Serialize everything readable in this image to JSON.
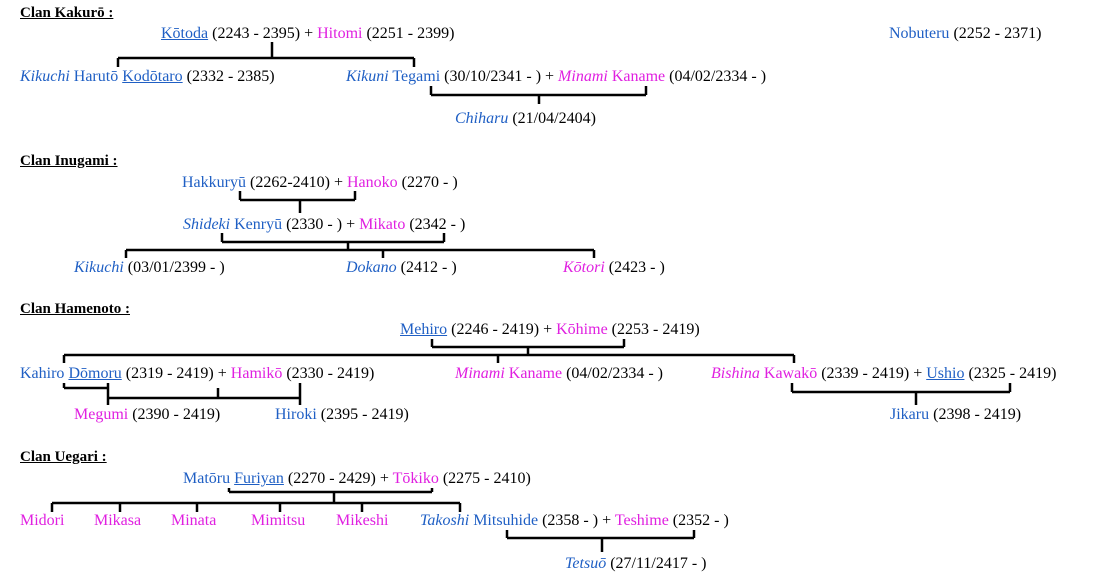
{
  "clans": [
    {
      "title": "Clan Kakurō :",
      "rows": [
        [
          {
            "parts": [
              {
                "text": "Kōtoda",
                "c": "b",
                "u": true
              },
              {
                "text": " (2243 - 2395) + ",
                "c": "k"
              },
              {
                "text": "Hitomi",
                "c": "p"
              },
              {
                "text": " (2251 - 2399)",
                "c": "k"
              }
            ]
          },
          {
            "parts": [
              {
                "text": "Nobuteru",
                "c": "b"
              },
              {
                "text": " (2252 - 2371)",
                "c": "k"
              }
            ]
          }
        ],
        [
          {
            "parts": [
              {
                "text": "Kikuchi",
                "c": "b",
                "i": true
              },
              {
                "text": "  Harutō ",
                "c": "b"
              },
              {
                "text": "Kodōtaro",
                "c": "b",
                "u": true
              },
              {
                "text": " (2332 - 2385)",
                "c": "k"
              }
            ]
          },
          {
            "parts": [
              {
                "text": "Kikuni",
                "c": "b",
                "i": true
              },
              {
                "text": " Tegami",
                "c": "b"
              },
              {
                "text": " (30/10/2341 - ) + ",
                "c": "k"
              },
              {
                "text": "Minami",
                "c": "p",
                "i": true
              },
              {
                "text": " Kaname",
                "c": "p"
              },
              {
                "text": " (04/02/2334 - )",
                "c": "k"
              }
            ]
          }
        ],
        [
          {
            "parts": [
              {
                "text": "Chiharu",
                "c": "b",
                "i": true
              },
              {
                "text": " (21/04/2404)",
                "c": "k"
              }
            ]
          }
        ]
      ]
    },
    {
      "title": "Clan Inugami :",
      "rows": [
        [
          {
            "parts": [
              {
                "text": "Hakkuryū",
                "c": "b"
              },
              {
                "text": " (2262-2410) + ",
                "c": "k"
              },
              {
                "text": "Hanoko",
                "c": "p"
              },
              {
                "text": " (2270 - )",
                "c": "k"
              }
            ]
          }
        ],
        [
          {
            "parts": [
              {
                "text": "Shideki",
                "c": "b",
                "i": true
              },
              {
                "text": " Kenryū",
                "c": "b"
              },
              {
                "text": " (2330 - ) + ",
                "c": "k"
              },
              {
                "text": "Mikato",
                "c": "p"
              },
              {
                "text": " (2342 - )",
                "c": "k"
              }
            ]
          }
        ],
        [
          {
            "parts": [
              {
                "text": "Kikuchi",
                "c": "b",
                "i": true
              },
              {
                "text": " (03/01/2399 - )",
                "c": "k"
              }
            ]
          },
          {
            "parts": [
              {
                "text": "Dokano",
                "c": "b",
                "i": true
              },
              {
                "text": " (2412 - )",
                "c": "k"
              }
            ]
          },
          {
            "parts": [
              {
                "text": "Kōtori",
                "c": "p",
                "i": true
              },
              {
                "text": " (2423 - )",
                "c": "k"
              }
            ]
          }
        ]
      ]
    },
    {
      "title": "Clan Hamenoto :",
      "rows": [
        [
          {
            "parts": [
              {
                "text": "Mehiro",
                "c": "b",
                "u": true
              },
              {
                "text": " (2246 - 2419) + ",
                "c": "k"
              },
              {
                "text": "Kōhime",
                "c": "p"
              },
              {
                "text": " (2253 - 2419)",
                "c": "k"
              }
            ]
          }
        ],
        [
          {
            "parts": [
              {
                "text": "Kahiro ",
                "c": "b"
              },
              {
                "text": "Dōmoru",
                "c": "b",
                "u": true
              },
              {
                "text": " (2319 - 2419) + ",
                "c": "k"
              },
              {
                "text": "Hamikō",
                "c": "p"
              },
              {
                "text": " (2330 - 2419)",
                "c": "k"
              }
            ]
          },
          {
            "parts": [
              {
                "text": "Minami",
                "c": "p",
                "i": true
              },
              {
                "text": " Kaname",
                "c": "p"
              },
              {
                "text": " (04/02/2334 - )",
                "c": "k"
              }
            ]
          },
          {
            "parts": [
              {
                "text": "Bishina",
                "c": "p",
                "i": true
              },
              {
                "text": " Kawakō",
                "c": "p"
              },
              {
                "text": "  (2339 - 2419) + ",
                "c": "k"
              },
              {
                "text": "Ushio",
                "c": "b",
                "u": true
              },
              {
                "text": " (2325 - 2419)",
                "c": "k"
              }
            ]
          }
        ],
        [
          {
            "parts": [
              {
                "text": "Megumi",
                "c": "p"
              },
              {
                "text": " (2390 - 2419)",
                "c": "k"
              }
            ]
          },
          {
            "parts": [
              {
                "text": "Hiroki",
                "c": "b"
              },
              {
                "text": " (2395 - 2419)",
                "c": "k"
              }
            ]
          },
          {
            "parts": [
              {
                "text": "Jikaru",
                "c": "b"
              },
              {
                "text": " (2398 - 2419)",
                "c": "k"
              }
            ]
          }
        ]
      ]
    },
    {
      "title": "Clan Uegari :",
      "rows": [
        [
          {
            "parts": [
              {
                "text": "Matōru ",
                "c": "b"
              },
              {
                "text": "Furiyan",
                "c": "b",
                "u": true
              },
              {
                "text": " (2270 - 2429) +  ",
                "c": "k"
              },
              {
                "text": "Tōkiko",
                "c": "p"
              },
              {
                "text": " (2275 - 2410)",
                "c": "k"
              }
            ]
          }
        ],
        [
          {
            "parts": [
              {
                "text": "Midori",
                "c": "p"
              }
            ]
          },
          {
            "parts": [
              {
                "text": "Mikasa",
                "c": "p"
              }
            ]
          },
          {
            "parts": [
              {
                "text": "Minata",
                "c": "p"
              }
            ]
          },
          {
            "parts": [
              {
                "text": "Mimitsu",
                "c": "p"
              }
            ]
          },
          {
            "parts": [
              {
                "text": "Mikeshi",
                "c": "p"
              }
            ]
          },
          {
            "parts": [
              {
                "text": "Takoshi",
                "c": "b",
                "i": true
              },
              {
                "text": " Mitsuhide",
                "c": "b"
              },
              {
                "text": " (2358 - )  +  ",
                "c": "k"
              },
              {
                "text": "Teshime",
                "c": "p"
              },
              {
                "text": " (2352 - )",
                "c": "k"
              }
            ]
          }
        ],
        [
          {
            "parts": [
              {
                "text": "Tetsuō",
                "c": "b",
                "i": true
              },
              {
                "text": " (27/11/2417 - )",
                "c": "k"
              }
            ]
          }
        ]
      ]
    }
  ]
}
